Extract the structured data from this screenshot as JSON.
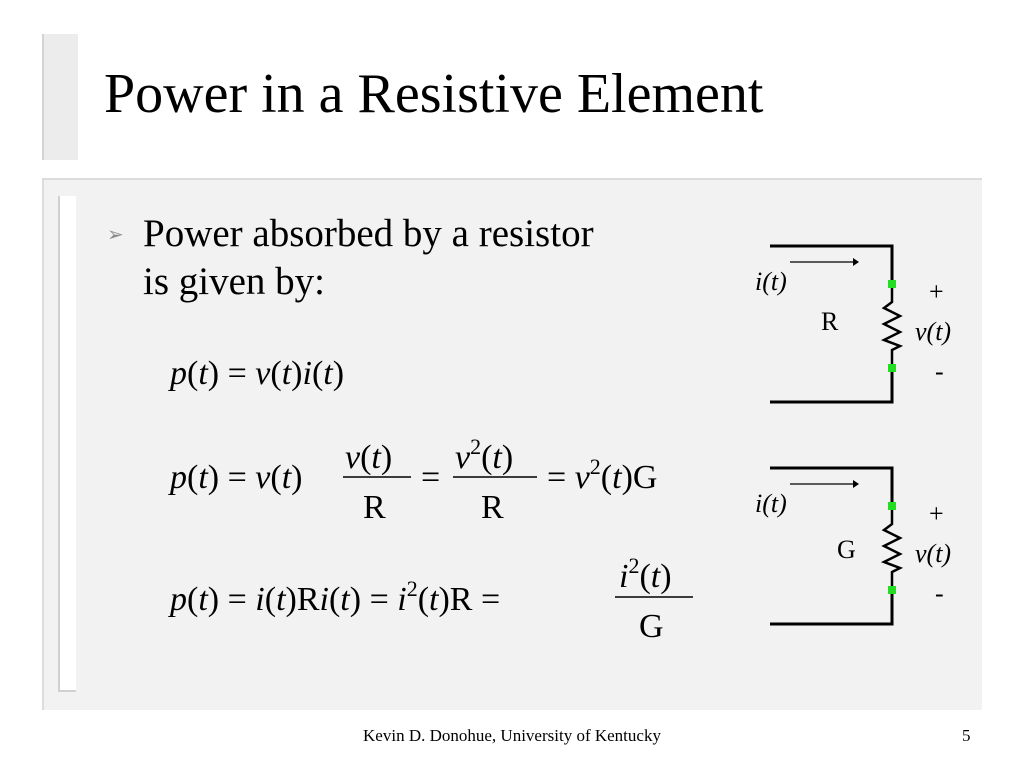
{
  "slide": {
    "title": "Power in a Resistive Element",
    "bullet_line1": "Power absorbed by a resistor",
    "bullet_line2": "is given by:"
  },
  "equations": {
    "eq1": "p(t) = v(t)i(t)",
    "eq2": "p(t) = v(t) v(t)/R = v²(t)/R = v²(t)G",
    "eq3": "p(t) = i(t)Ri(t) = i²(t)R = i²(t)/G"
  },
  "circuit_r": {
    "current": "i(t)",
    "element": "R",
    "plus": "+",
    "voltage": "v(t)",
    "minus": "-"
  },
  "circuit_g": {
    "current": "i(t)",
    "element": "G",
    "plus": "+",
    "voltage": "v(t)",
    "minus": "-"
  },
  "footer": {
    "author": "Kevin D. Donohue, University of Kentucky",
    "page": "5"
  },
  "colors": {
    "terminal": "#22dd22",
    "panel": "#f2f2f2",
    "bullet": "#8a8a8a"
  }
}
